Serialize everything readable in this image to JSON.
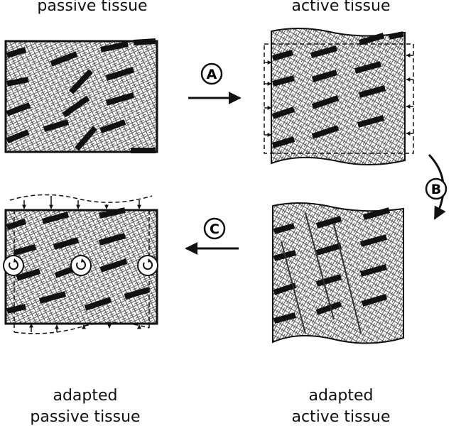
{
  "labels": {
    "passive_tissue": "passive tissue",
    "active_tissue": "active tissue",
    "adapted_passive_line1": "adapted",
    "adapted_passive_line2": "passive tissue",
    "adapted_active_line1": "adapted",
    "adapted_active_line2": "active tissue"
  },
  "steps": {
    "a": "A",
    "b": "B",
    "c": "C"
  },
  "colors": {
    "ink": "#111111",
    "hatch": "#555555",
    "background": "#ffffff"
  }
}
